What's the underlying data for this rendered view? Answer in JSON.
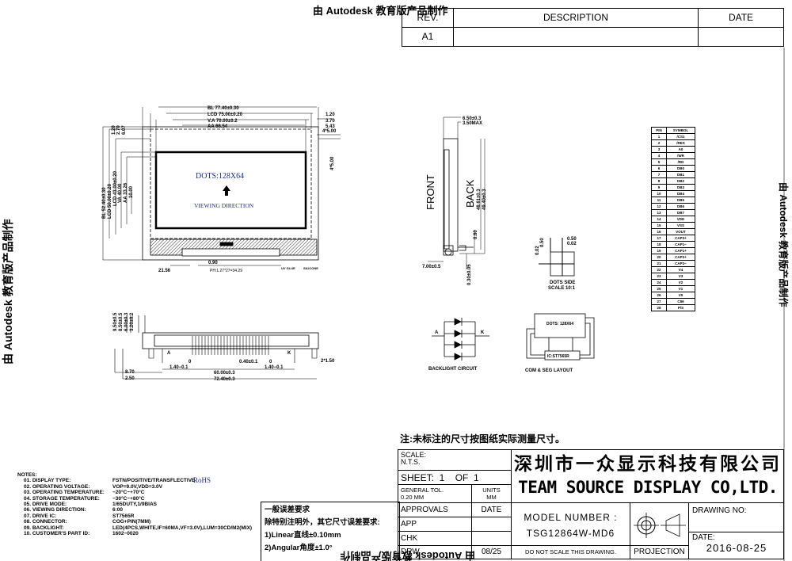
{
  "watermark": {
    "text": "由 Autodesk 教育版产品制作"
  },
  "revision_table": {
    "headers": {
      "rev": "REV.",
      "description": "DESCRIPTION",
      "date": "DATE"
    },
    "rows": [
      {
        "rev": "A1",
        "description": "",
        "date": ""
      }
    ]
  },
  "front_view": {
    "dots_label": "DOTS:128X64",
    "viewing_direction": "VIEWING DIRECTION",
    "dims": {
      "bl_w": "BL 77.40±0.30",
      "lcd_w": "LCD 75.00±0.20",
      "va_w": "V.A 70.00±0.2",
      "aa_w": "AA 66.54",
      "r1": "1.20",
      "r2": "3.70",
      "r3": "5.43",
      "r4": "4*5.00",
      "r5": "4*5.00",
      "l1": "1.20",
      "l2": "2.70",
      "l3": "6.07",
      "bl_h": "BL 52.40±0.30",
      "lcd_h": "LCD 50.00±0.20",
      "lcd_h2": "LCD 43.00±0.20",
      "va_h": "VA 40.00",
      "aa_h": "AA 33.26",
      "h10": "10.00",
      "pin_w": "0.90",
      "left_off": "21.56",
      "pitch": "PH:1.27*27=34.29",
      "uv_glue": "UV GLUE",
      "silicone": "SILICONE"
    }
  },
  "bottom_view": {
    "dims": {
      "d1": "9.50±0.5",
      "d2": "8.50±0.5",
      "d3": "6.00±0.3",
      "d4": "3.20±0.2",
      "a": "A",
      "k": "K",
      "tol1": "0",
      "tol1b": "1.40−0.1",
      "tol2": "0.40±0.1",
      "tol2a": "0",
      "tol2b": "1.40−0.1",
      "pins": "2*1.50",
      "d870": "8.70",
      "d250": "2.50",
      "d60": "60.00±0.3",
      "d724": "72.40±0.3"
    }
  },
  "side_view": {
    "front": "FRONT",
    "back": "BACK",
    "dims": {
      "t1": "6.50±0.3",
      "t2": "3.50MAX",
      "h1": "48.61±0.3",
      "h2": "49.40±0.3",
      "d060": "0.60",
      "d700": "7.00±0.5",
      "d030": "0.30±0.05"
    }
  },
  "dots_side": {
    "title": "DOTS SIDE",
    "scale": "SCALE 10:1",
    "dims": {
      "a": "0.50",
      "b": "0.02",
      "c": "0.50",
      "d": "0.02"
    }
  },
  "backlight_circuit": {
    "title": "BACKLIGHT CIRCUIT",
    "anode": "A",
    "cathode": "K"
  },
  "com_seg_layout": {
    "title": "COM & SEG LAYOUT",
    "dots": "DOTS: 128X64",
    "ic": "IC:ST7565R"
  },
  "pin_table": {
    "headers": [
      "PIN",
      "SYMBOL"
    ],
    "rows": [
      [
        "1",
        "/CS1"
      ],
      [
        "2",
        "/RES"
      ],
      [
        "3",
        "A0"
      ],
      [
        "4",
        "/WR"
      ],
      [
        "5",
        "/RD"
      ],
      [
        "6",
        "DB0"
      ],
      [
        "7",
        "DB1"
      ],
      [
        "8",
        "DB2"
      ],
      [
        "9",
        "DB3"
      ],
      [
        "10",
        "DB4"
      ],
      [
        "11",
        "DB5"
      ],
      [
        "12",
        "DB6"
      ],
      [
        "13",
        "DB7"
      ],
      [
        "14",
        "VDD"
      ],
      [
        "15",
        "VSS"
      ],
      [
        "16",
        "VOUT"
      ],
      [
        "17",
        "CAP3+"
      ],
      [
        "18",
        "CAP1−"
      ],
      [
        "19",
        "CAP1+"
      ],
      [
        "20",
        "CAP2+"
      ],
      [
        "21",
        "CAP2−"
      ],
      [
        "22",
        "V4"
      ],
      [
        "23",
        "V3"
      ],
      [
        "24",
        "V2"
      ],
      [
        "25",
        "V1"
      ],
      [
        "26",
        "V0"
      ],
      [
        "27",
        "C86"
      ],
      [
        "28",
        "P/S"
      ]
    ]
  },
  "note_cn": "注:未标注的尺寸按图纸实际测量尺寸。",
  "notes": {
    "title": "NOTES:",
    "rohs": "RoHS",
    "items": [
      {
        "k": "01. DISPLAY TYPE:",
        "v": "FSTN/POSITIVE/TRANSFLECTIVE"
      },
      {
        "k": "02. OPERATING VOLTAGE:",
        "v": "VOP=9.0V,VDD=3.0V"
      },
      {
        "k": "03. OPERATING TEMPERATURE:",
        "v": "−20°C~+70°C"
      },
      {
        "k": "04. STORAGE TEMPERATURE:",
        "v": "−30°C~+80°C"
      },
      {
        "k": "05. DRIVE MODE:",
        "v": "1/65DUTY,1/9BIAS"
      },
      {
        "k": "06. VIEWING DIRECTION:",
        "v": "6:00"
      },
      {
        "k": "07. DRIVE IC:",
        "v": "ST7565R"
      },
      {
        "k": "08. CONNECTOR:",
        "v": "COG+PIN(7MM)"
      },
      {
        "k": "09. BACKLIGHT:",
        "v": "LED(4PCS,WHITE,IF=60MA,VF=3.0V),LUM=30CD/M2(MIX)"
      },
      {
        "k": "10. CUSTOMER'S PART ID:",
        "v": "1602−0020"
      }
    ]
  },
  "tolerance": {
    "title": "一般误差要求",
    "line1": "除特别注明外，其它尺寸误差要求:",
    "line2": "1)Linear直线±0.10mm",
    "line3": "2)Angular角度±1.0°"
  },
  "title_block": {
    "scale_label": "SCALE:",
    "scale_value": "N.T.S.",
    "sheet": "SHEET:  1    OF  1",
    "gen_tol_label": "GENERAL TOL.",
    "gen_tol_value": "0.20 MM",
    "units_label": "UNITS",
    "units_value": "MM",
    "approvals": "APPROVALS",
    "date_col": "DATE",
    "app": "APP",
    "chk": "CHK",
    "drw": "DRW",
    "drw_date": "08/25",
    "company_cn": "深圳市一众显示科技有限公司",
    "company_en": "TEAM SOURCE DISPLAY CO,LTD.",
    "model_label": "MODEL NUMBER :",
    "model_value": "TSG12864W-MD6",
    "do_not_scale": "DO NOT SCALE THIS DRAWING.",
    "projection": "PROJECTION",
    "drawing_no_label": "DRAWING NO:",
    "drawing_no_value": "",
    "date_label": "DATE:",
    "date_value": "2016-08-25"
  }
}
